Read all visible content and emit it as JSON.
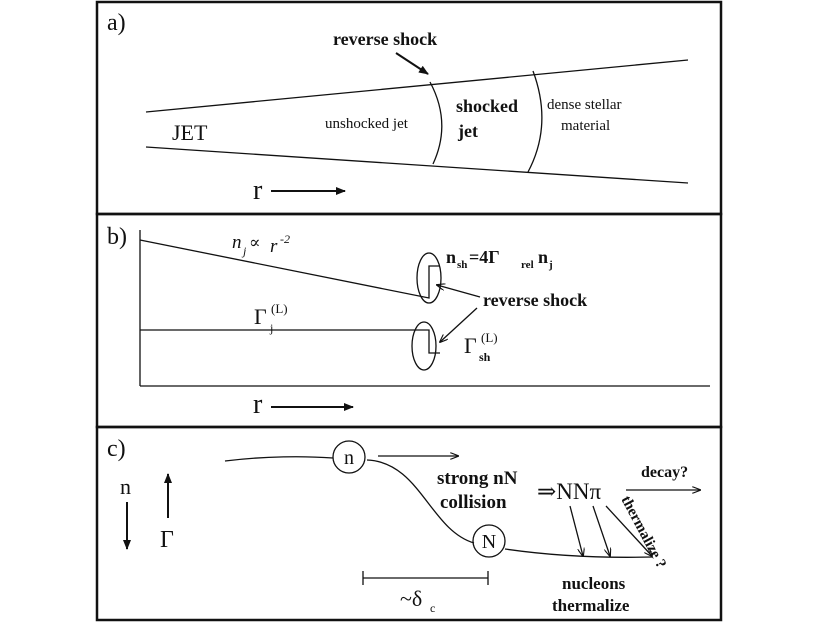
{
  "panel_a": {
    "label": "a)",
    "reverse_shock": "reverse shock",
    "jet": "JET",
    "unshocked_jet": "unshocked jet",
    "shocked_1": "shocked",
    "shocked_2": "jet",
    "dense_1": "dense stellar",
    "dense_2": "material",
    "r_axis": "r"
  },
  "panel_b": {
    "label": "b)",
    "nj": {
      "base": "n",
      "sub": "j",
      "mid": " ∝ ",
      "r": "r",
      "sup": "-2"
    },
    "nsh": {
      "n": "n",
      "sh": "sh",
      "eq": "=4Γ",
      "rel": "rel",
      "n2": "n",
      "j": "j"
    },
    "reverse_shock": "reverse shock",
    "gamma_j": {
      "base": "Γ",
      "sub": "j",
      "sup": "(L)"
    },
    "gamma_sh": {
      "base": "Γ",
      "sub": "sh",
      "sup": "(L)"
    },
    "r_axis": "r"
  },
  "panel_c": {
    "label": "c)",
    "n_axis": "n",
    "gamma_axis": "Γ",
    "n_node": "n",
    "N_node": "N",
    "strong_1": "strong nN",
    "strong_2": "collision",
    "nnpi": "⇒NNπ",
    "decay": "decay?",
    "thermalize_q": "thermalize ?",
    "nucleons_1": "nucleons",
    "nucleons_2": "thermalize",
    "delta": {
      "pre": "~δ",
      "sub": "c"
    }
  }
}
